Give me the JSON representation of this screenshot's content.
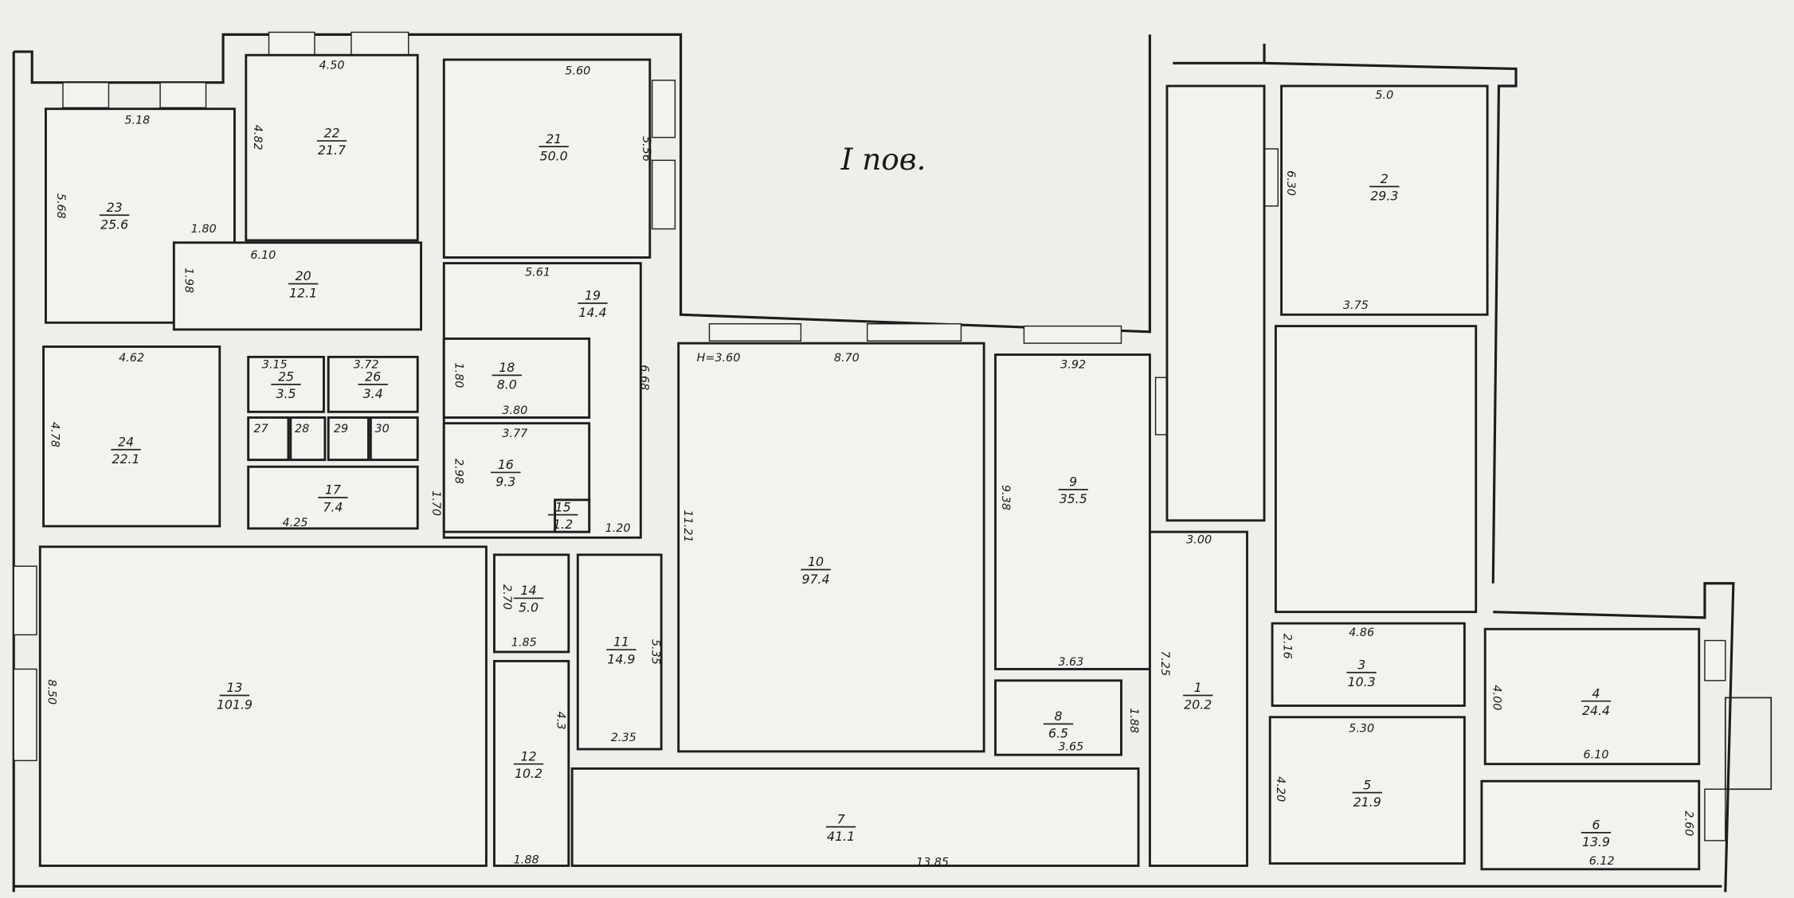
{
  "title": "I пов.",
  "rooms": [
    {
      "number": "1",
      "area": "20.2"
    },
    {
      "number": "2",
      "area": "29.3"
    },
    {
      "number": "3",
      "area": "10.3"
    },
    {
      "number": "4",
      "area": "24.4"
    },
    {
      "number": "5",
      "area": "21.9"
    },
    {
      "number": "6",
      "area": "13.9"
    },
    {
      "number": "7",
      "area": "41.1"
    },
    {
      "number": "8",
      "area": "6.5"
    },
    {
      "number": "9",
      "area": "35.5"
    },
    {
      "number": "10",
      "area": "97.4"
    },
    {
      "number": "11",
      "area": "14.9"
    },
    {
      "number": "12",
      "area": "10.2"
    },
    {
      "number": "13",
      "area": "101.9"
    },
    {
      "number": "14",
      "area": "5.0"
    },
    {
      "number": "15",
      "area": "1.2"
    },
    {
      "number": "16",
      "area": "9.3"
    },
    {
      "number": "17",
      "area": "7.4"
    },
    {
      "number": "18",
      "area": "8.0"
    },
    {
      "number": "19",
      "area": "14.4"
    },
    {
      "number": "20",
      "area": "12.1"
    },
    {
      "number": "21",
      "area": "50.0"
    },
    {
      "number": "22",
      "area": "21.7"
    },
    {
      "number": "23",
      "area": "25.6"
    },
    {
      "number": "24",
      "area": "22.1"
    },
    {
      "number": "25",
      "area": "3.5"
    },
    {
      "number": "26",
      "area": "3.4"
    }
  ],
  "wc_labels": [
    "27",
    "28",
    "29",
    "30"
  ],
  "dimensions": [
    "5.18",
    "5.68",
    "4.50",
    "4.82",
    "5.60",
    "5.56",
    "1.80",
    "6.10",
    "1.98",
    "5.61",
    "6.68",
    "4.62",
    "4.78",
    "3.15",
    "3.72",
    "1.80",
    "3.80",
    "3.77",
    "2.98",
    "1.70",
    "4.25",
    "1.20",
    "8.50",
    "2.70",
    "1.85",
    "4.3",
    "1.88",
    "5.35",
    "2.35",
    "H=3.60",
    "8.70",
    "11.21",
    "3.92",
    "9.38",
    "3.63",
    "3.65",
    "1.88",
    "13.85",
    "7.25",
    "3.00",
    "5.0",
    "6.30",
    "3.75",
    "4.86",
    "2.16",
    "5.30",
    "4.20",
    "4.00",
    "6.10",
    "2.60",
    "6.12"
  ]
}
